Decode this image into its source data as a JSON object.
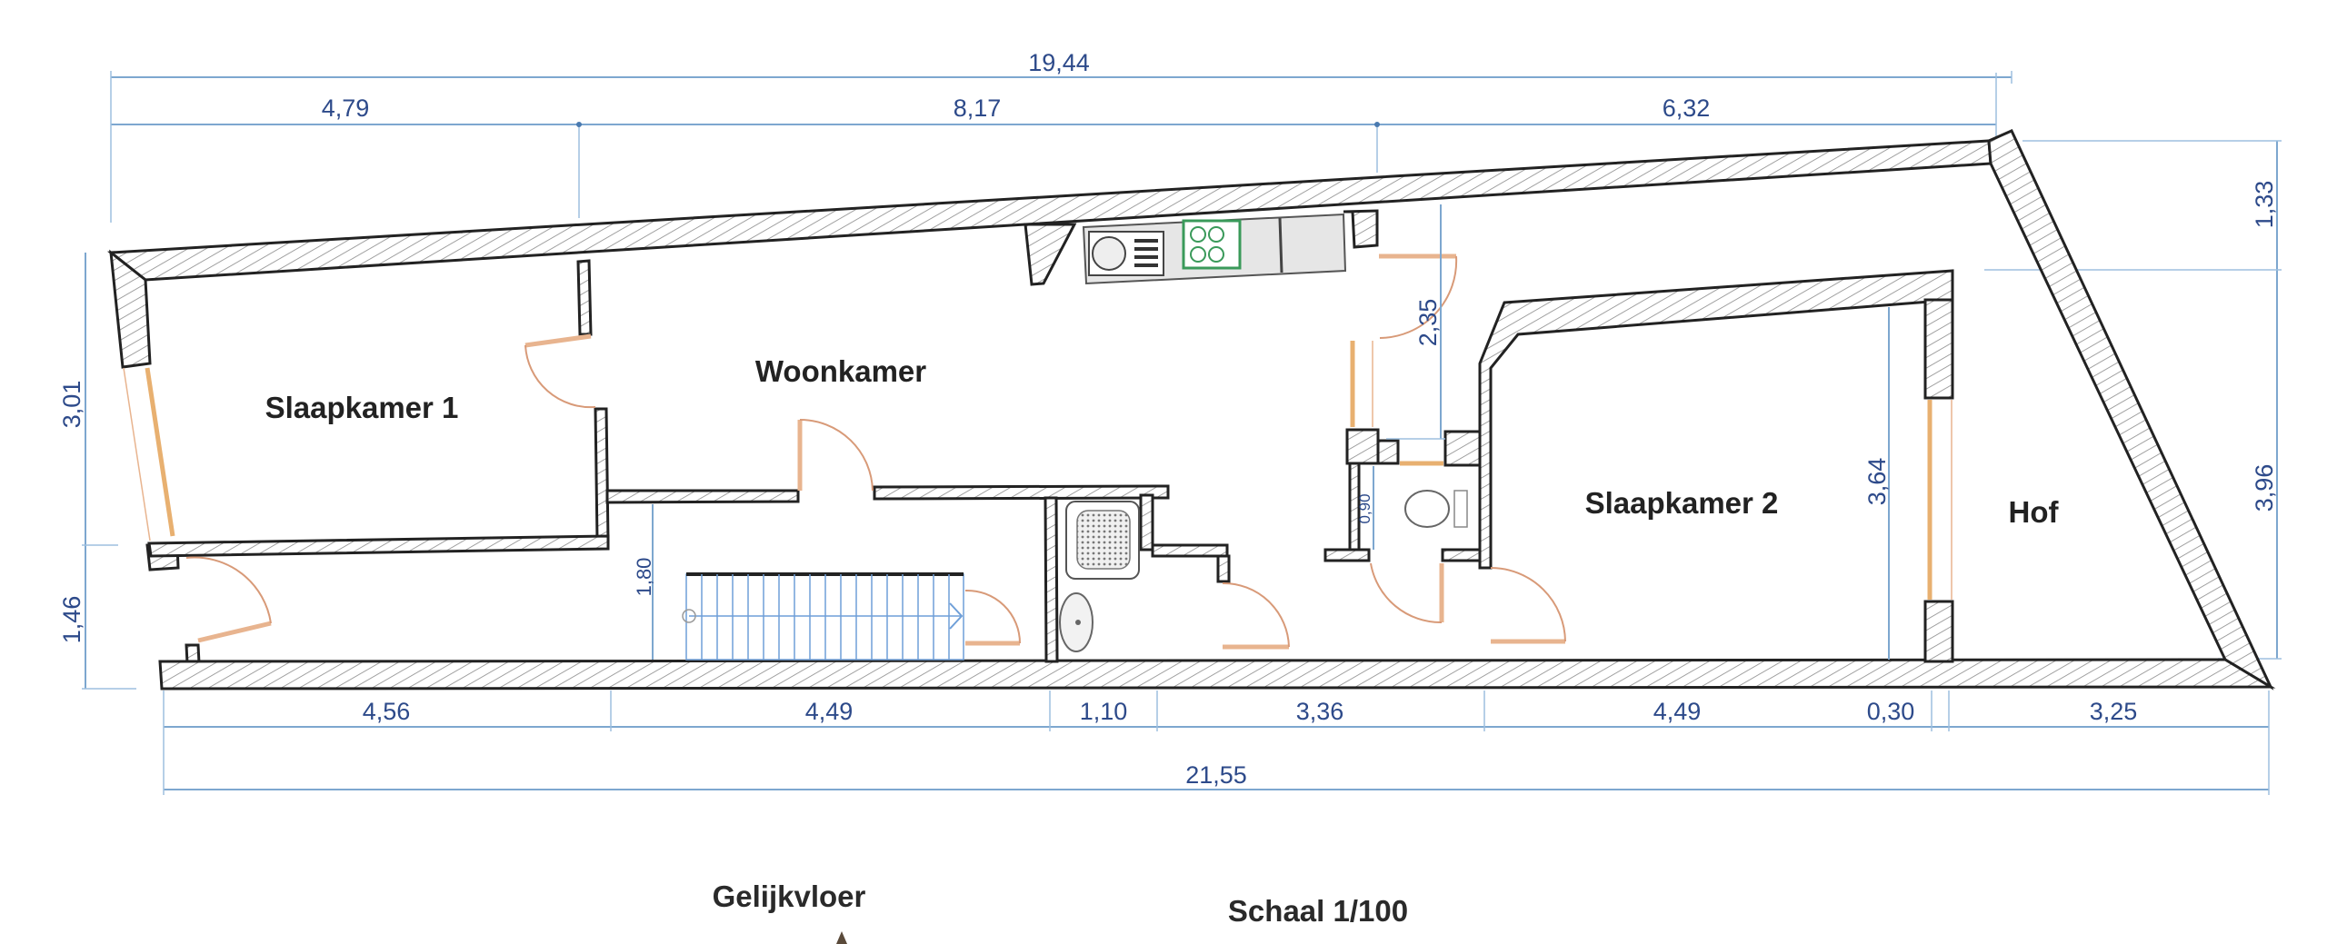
{
  "plan": {
    "title": "Gelijkvloer",
    "scale": "Schaal 1/100",
    "rooms": [
      {
        "id": "slaapkamer-1",
        "label": "Slaapkamer 1"
      },
      {
        "id": "woonkamer",
        "label": "Woonkamer"
      },
      {
        "id": "slaapkamer-2",
        "label": "Slaapkamer 2"
      },
      {
        "id": "hof",
        "label": "Hof"
      }
    ],
    "dimensions": {
      "top_total": "19,44",
      "top_segments": [
        "4,79",
        "8,17",
        "6,32"
      ],
      "bottom_segments": [
        "4,56",
        "4,49",
        "1,10",
        "3,36",
        "4,49",
        "0,30",
        "3,25"
      ],
      "bottom_total": "21,55",
      "left": [
        "3,01",
        "1,46"
      ],
      "right": [
        "1,33",
        "3,96"
      ],
      "interior": {
        "kitchen_passage": "2,35",
        "hall": "1,80",
        "wc": "0,90",
        "slaapkamer_2_depth": "3,64"
      }
    },
    "colors": {
      "dimension": "#2d4a8a",
      "dimension_line": "#7da7cf",
      "door": "#d89a78",
      "window": "#e8b070",
      "cooktop": "#3a9a5a",
      "stairs": "#6f9fd8",
      "wall": "#222222"
    }
  }
}
